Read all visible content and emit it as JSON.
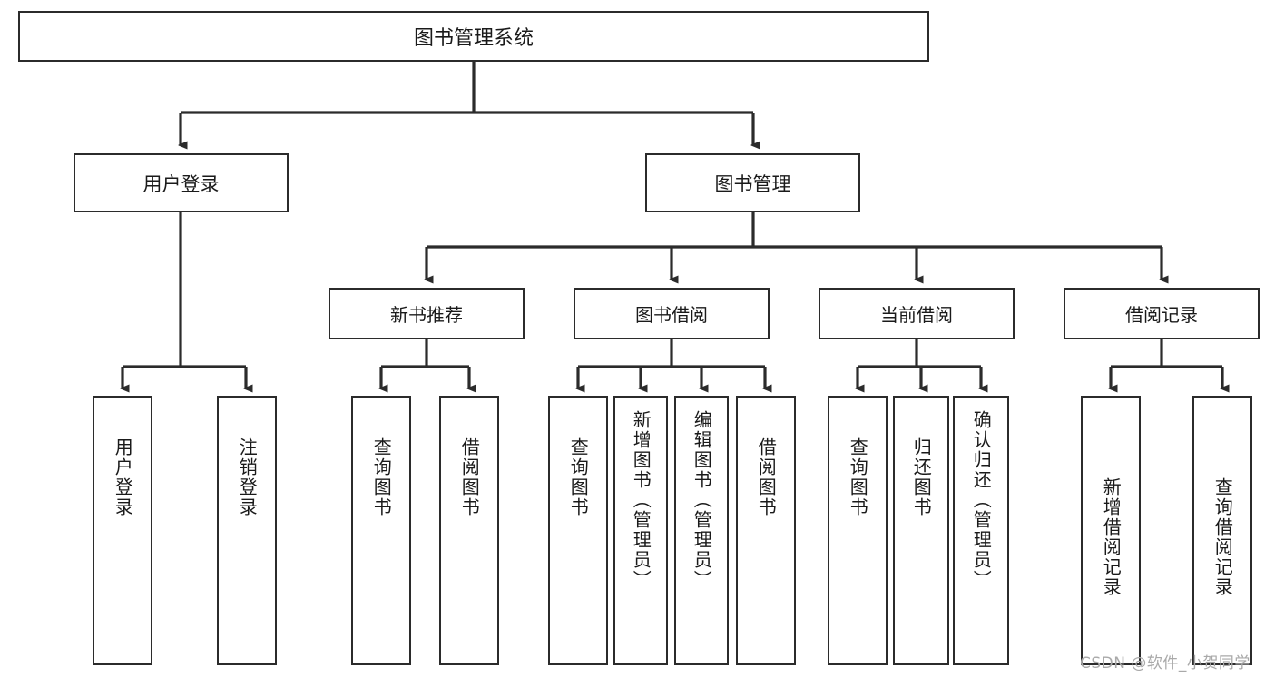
{
  "diagram": {
    "type": "tree-hierarchy",
    "title": "图书管理系统",
    "watermark": "CSDN @软件_小贺同学",
    "colors": {
      "box_border": "#2b2b2b",
      "box_fill": "#ffffff",
      "connector": "#2b2b2b",
      "text": "#1a1a1a",
      "watermark": "#a9a9a9"
    },
    "nodes": {
      "root": {
        "label": "图书管理系统",
        "level": 1
      },
      "user_login": {
        "label": "用户登录",
        "level": 2
      },
      "book_manage": {
        "label": "图书管理",
        "level": 2
      },
      "new_book_recommend": {
        "label": "新书推荐",
        "level": 3
      },
      "book_borrow": {
        "label": "图书借阅",
        "level": 3
      },
      "current_borrow": {
        "label": "当前借阅",
        "level": 3
      },
      "borrow_record": {
        "label": "借阅记录",
        "level": 3
      },
      "leaf_user_login": {
        "label": "用户登录",
        "level": 4
      },
      "leaf_logout_login": {
        "label": "注销登录",
        "level": 4
      },
      "leaf_query_book_1": {
        "label": "查询图书",
        "level": 4
      },
      "leaf_borrow_book_1": {
        "label": "借阅图书",
        "level": 4
      },
      "leaf_query_book_2": {
        "label": "查询图书",
        "level": 4
      },
      "leaf_add_book": {
        "label": "新增图书（管理员）",
        "level": 4
      },
      "leaf_edit_book": {
        "label": "编辑图书（管理员）",
        "level": 4
      },
      "leaf_borrow_book_2": {
        "label": "借阅图书",
        "level": 4
      },
      "leaf_query_book_3": {
        "label": "查询图书",
        "level": 4
      },
      "leaf_return_book": {
        "label": "归还图书",
        "level": 4
      },
      "leaf_confirm_return": {
        "label": "确认归还（管理员）",
        "level": 4
      },
      "leaf_add_record": {
        "label": "新增借阅记录",
        "level": 4
      },
      "leaf_query_record": {
        "label": "查询借阅记录",
        "level": 4
      }
    },
    "edges": [
      {
        "from": "root",
        "to": "user_login"
      },
      {
        "from": "root",
        "to": "book_manage"
      },
      {
        "from": "book_manage",
        "to": "new_book_recommend"
      },
      {
        "from": "book_manage",
        "to": "book_borrow"
      },
      {
        "from": "book_manage",
        "to": "current_borrow"
      },
      {
        "from": "book_manage",
        "to": "borrow_record"
      },
      {
        "from": "user_login",
        "to": "leaf_user_login"
      },
      {
        "from": "user_login",
        "to": "leaf_logout_login"
      },
      {
        "from": "new_book_recommend",
        "to": "leaf_query_book_1"
      },
      {
        "from": "new_book_recommend",
        "to": "leaf_borrow_book_1"
      },
      {
        "from": "book_borrow",
        "to": "leaf_query_book_2"
      },
      {
        "from": "book_borrow",
        "to": "leaf_add_book"
      },
      {
        "from": "book_borrow",
        "to": "leaf_edit_book"
      },
      {
        "from": "book_borrow",
        "to": "leaf_borrow_book_2"
      },
      {
        "from": "current_borrow",
        "to": "leaf_query_book_3"
      },
      {
        "from": "current_borrow",
        "to": "leaf_return_book"
      },
      {
        "from": "current_borrow",
        "to": "leaf_confirm_return"
      },
      {
        "from": "borrow_record",
        "to": "leaf_add_record"
      },
      {
        "from": "borrow_record",
        "to": "leaf_query_record"
      }
    ]
  }
}
